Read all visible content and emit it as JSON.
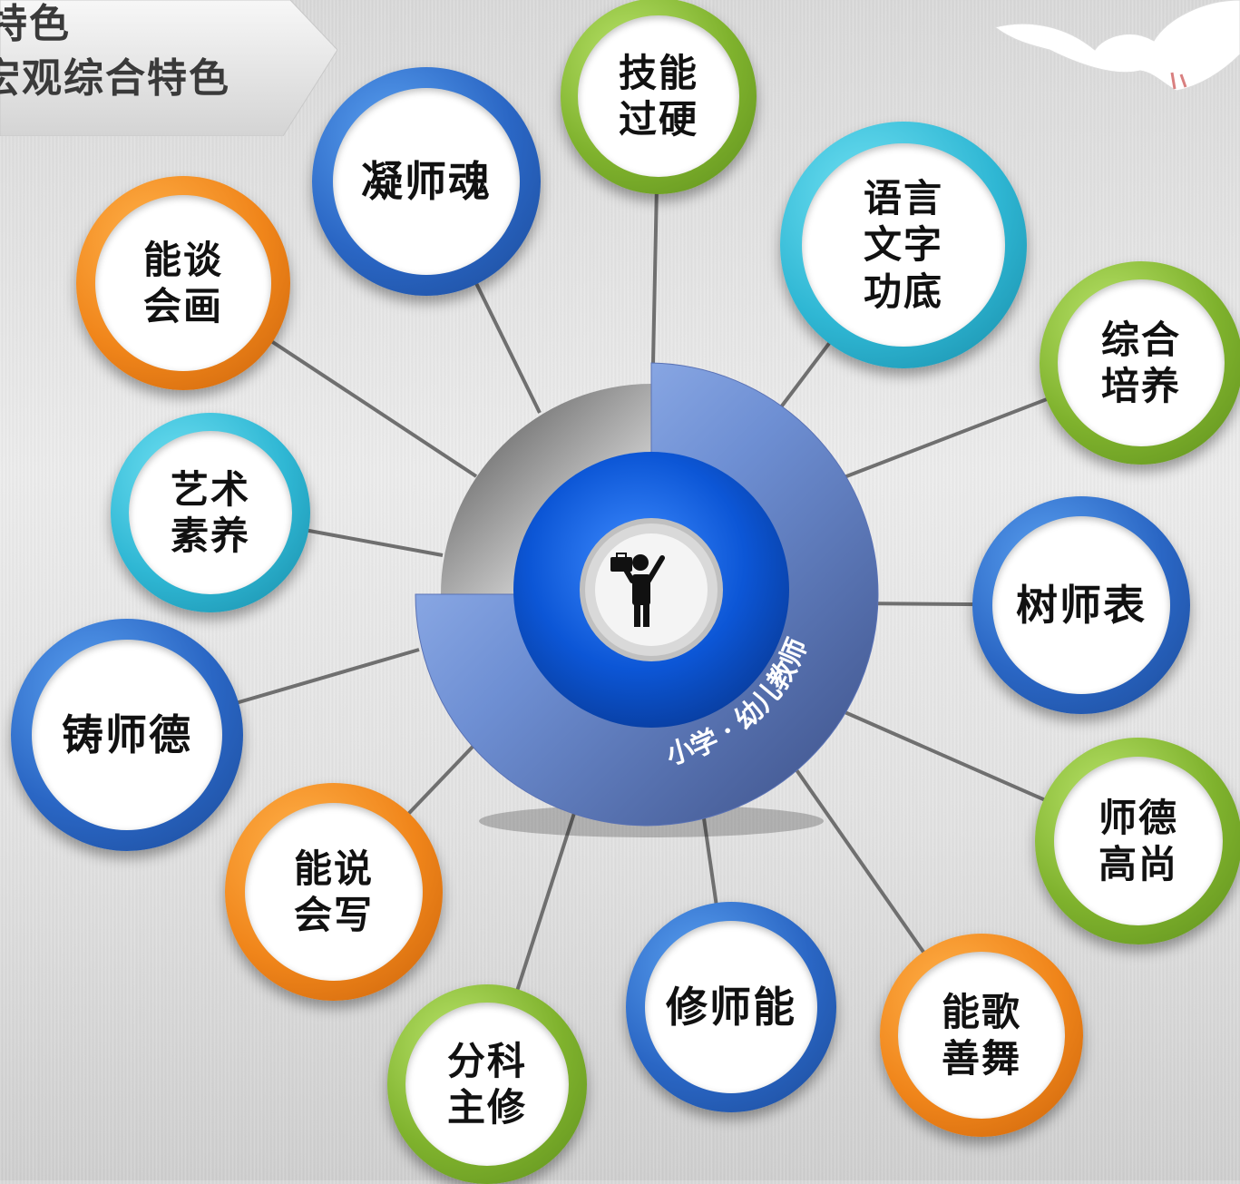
{
  "banner": {
    "line1": "特色",
    "line2": "宏观综合特色"
  },
  "center": {
    "arc_text": "小学 · 幼儿教师",
    "icon": "teacher-with-briefcase-icon"
  },
  "colors": {
    "green": "#7fb22d",
    "blue": "#2a66c4",
    "orange": "#f0851a",
    "teal": "#2fb7d4",
    "hub_blue": "#7d9ad6",
    "hub_gray": "#8a8a8a"
  },
  "nodes": [
    {
      "id": "jineng-guoying",
      "text": "技能\n过硬",
      "ring": "green"
    },
    {
      "id": "ning-shi-hun",
      "text": "凝师魂",
      "ring": "blue"
    },
    {
      "id": "yuyan-wenzi-gongdi",
      "text": "语言\n文字\n功底",
      "ring": "teal"
    },
    {
      "id": "neng-tan-hui-hua",
      "text": "能谈\n会画",
      "ring": "orange"
    },
    {
      "id": "zonghe-peiyang",
      "text": "综合\n培养",
      "ring": "green"
    },
    {
      "id": "yishu-suyang",
      "text": "艺术\n素养",
      "ring": "teal"
    },
    {
      "id": "shu-shi-biao",
      "text": "树师表",
      "ring": "blue"
    },
    {
      "id": "zhu-shi-de",
      "text": "铸师德",
      "ring": "blue"
    },
    {
      "id": "shide-gaoshang",
      "text": "师德\n高尚",
      "ring": "green"
    },
    {
      "id": "neng-shuo-hui-xie",
      "text": "能说\n会写",
      "ring": "orange"
    },
    {
      "id": "xiu-shi-neng",
      "text": "修师能",
      "ring": "blue"
    },
    {
      "id": "neng-ge-shan-wu",
      "text": "能歌\n善舞",
      "ring": "orange"
    },
    {
      "id": "fenke-zhuxiu",
      "text": "分科\n主修",
      "ring": "green"
    }
  ]
}
